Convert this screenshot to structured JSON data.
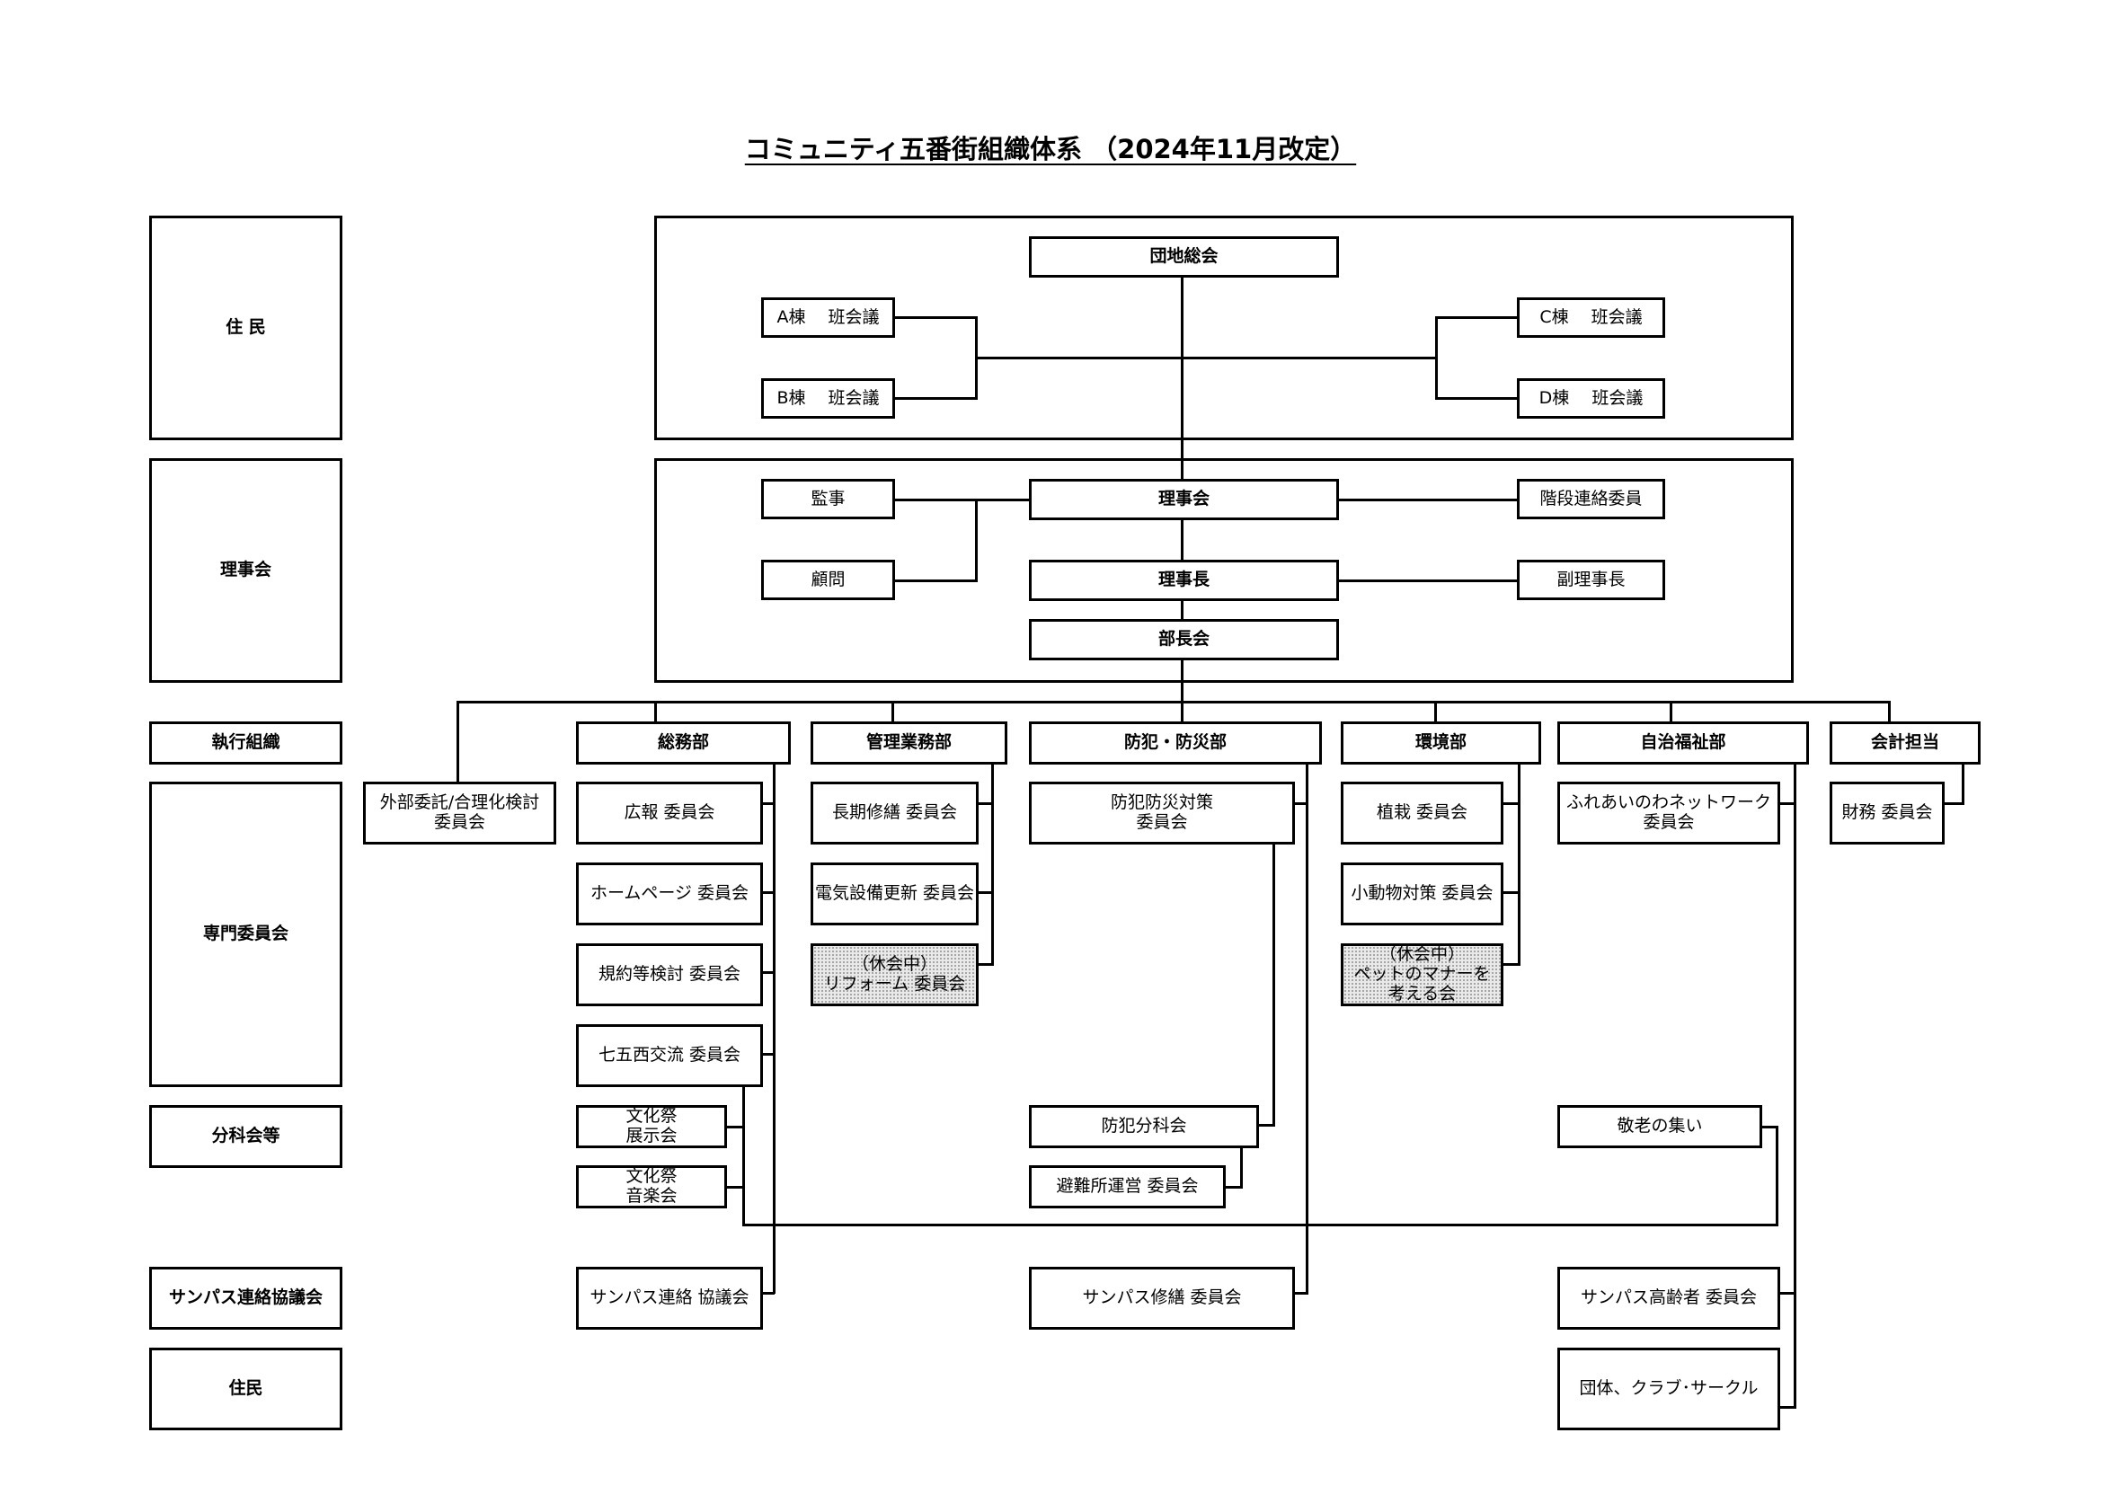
{
  "title": "コミュニティ五番街組織体系 （2024年11月改定）",
  "rows": {
    "r1": "住 民",
    "r2": "理事会",
    "r3": "執行組織",
    "r4": "専門委員会",
    "r5": "分科会等",
    "r6": "サンパス連絡協議会",
    "r7": "住民"
  },
  "nodes": {
    "assembly": "団地総会",
    "a_han": "A棟　 班会議",
    "b_han": "B棟　 班会議",
    "c_han": "C棟　 班会議",
    "d_han": "D棟　 班会議",
    "kanji": "監事",
    "komon": "顧問",
    "rijikai": "理事会",
    "rijicho": "理事長",
    "buchokai": "部長会",
    "kaidan": "階段連絡委員",
    "fukurijicho": "副理事長",
    "somu": "総務部",
    "kanri": "管理業務部",
    "bohan": "防犯・防災部",
    "kankyo": "環境部",
    "fukushi": "自治福祉部",
    "kaikei": "会計担当",
    "gaibu": "外部委託/合理化検討\n委員会",
    "koho": "広報 委員会",
    "homepage": "ホームページ 委員会",
    "kiyaku": "規約等検討 委員会",
    "shichigo": "七五西交流 委員会",
    "bunka_tenji": "文化祭\n展示会",
    "bunka_ongaku": "文化祭\n音楽会",
    "sanpas_renraku": "サンパス連絡 協議会",
    "choki": "長期修繕 委員会",
    "denki": "電気設備更新 委員会",
    "reform": "（休会中）\nリフォーム 委員会",
    "bohan_taisaku": "防犯防災対策\n委員会",
    "bohan_bunka": "防犯分科会",
    "hinan": "避難所運営 委員会",
    "sanpas_shuzen": "サンパス修繕 委員会",
    "shokusai": "植栽 委員会",
    "shodobutsu": "小動物対策 委員会",
    "pet": "（休会中）\nペットのマナーを\n考える会",
    "fureai": "ふれあいのわネットワーク\n委員会",
    "keiro": "敬老の集い",
    "sanpas_koreisha": "サンパス高齢者 委員会",
    "dantai": "団体、クラブ･サークル",
    "zaimu": "財務 委員会"
  }
}
